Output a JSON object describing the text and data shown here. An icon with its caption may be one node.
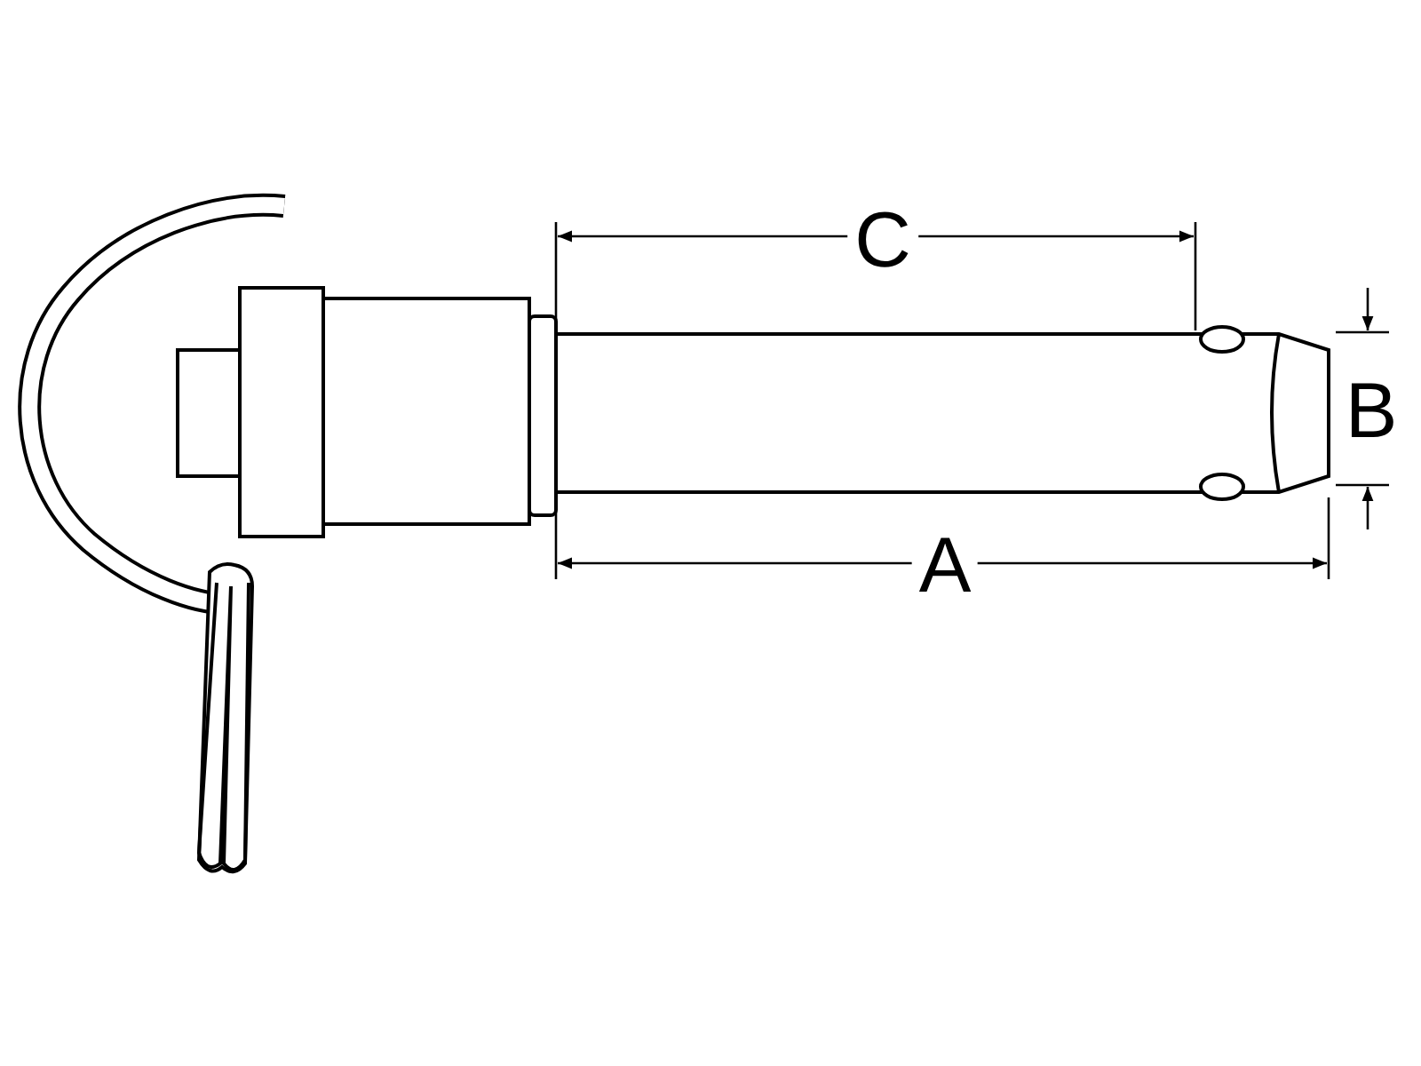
{
  "diagram": {
    "labels": [
      "C",
      "A",
      "B"
    ]
  }
}
